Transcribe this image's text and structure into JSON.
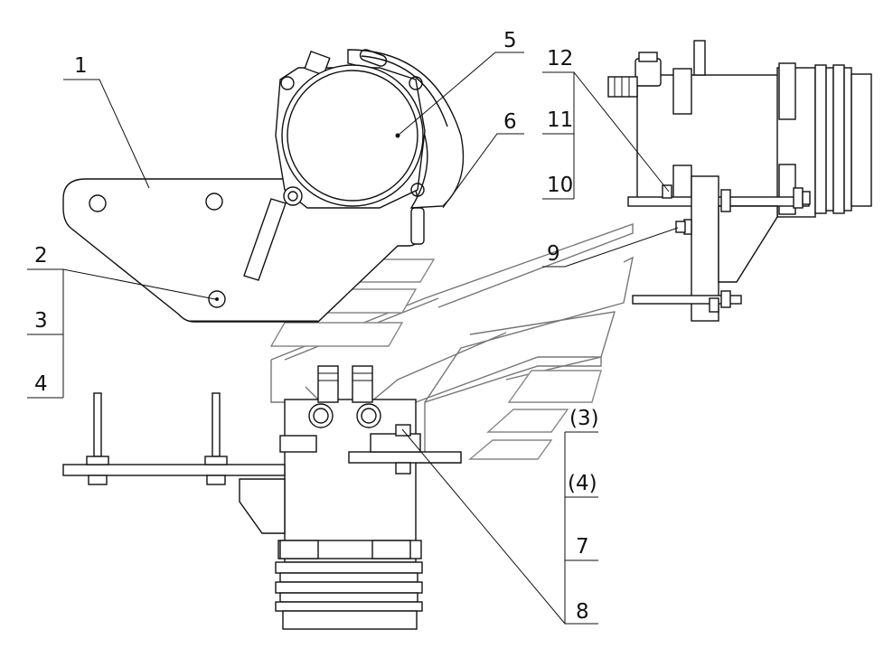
{
  "callouts": {
    "c1": "1",
    "c2": "2",
    "c3": "3",
    "c4": "4",
    "c5": "5",
    "c6": "6",
    "c7": "7",
    "c8": "8",
    "c9": "9",
    "c10": "10",
    "c11": "11",
    "c12": "12",
    "c3p": "(3)",
    "c4p": "(4)"
  }
}
